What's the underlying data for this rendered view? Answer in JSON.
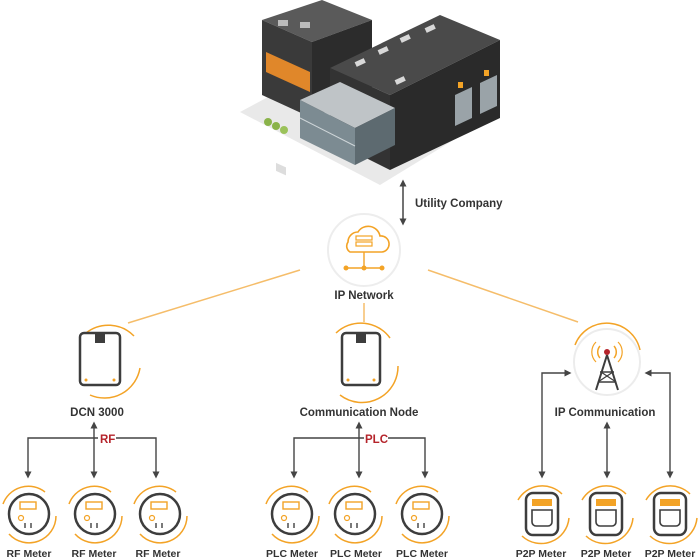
{
  "labels": {
    "utility": "Utility Company",
    "ip_network": "IP Network",
    "dcn": "DCN 3000",
    "comm_node": "Communication Node",
    "ip_comm": "IP Communication",
    "rf": "RF",
    "plc": "PLC"
  },
  "meters": {
    "rf": [
      "RF Meter",
      "RF Meter",
      "RF Meter"
    ],
    "plc": [
      "PLC Meter",
      "PLC Meter",
      "PLC Meter"
    ],
    "p2p": [
      "P2P Meter",
      "P2P Meter",
      "P2P Meter"
    ]
  },
  "icons": {
    "building": "utility-building-icon",
    "network": "cloud-server-icon",
    "dcn": "dcn-device-icon",
    "node": "communication-node-icon",
    "tower": "radio-tower-icon",
    "meter_round": "round-meter-icon",
    "meter_p2p": "p2p-meter-icon"
  },
  "colors": {
    "accent": "#f3a326",
    "line": "#f5bd6a",
    "arrow": "#444444",
    "device": "#3d3d3d",
    "protocol": "#b5242b"
  }
}
